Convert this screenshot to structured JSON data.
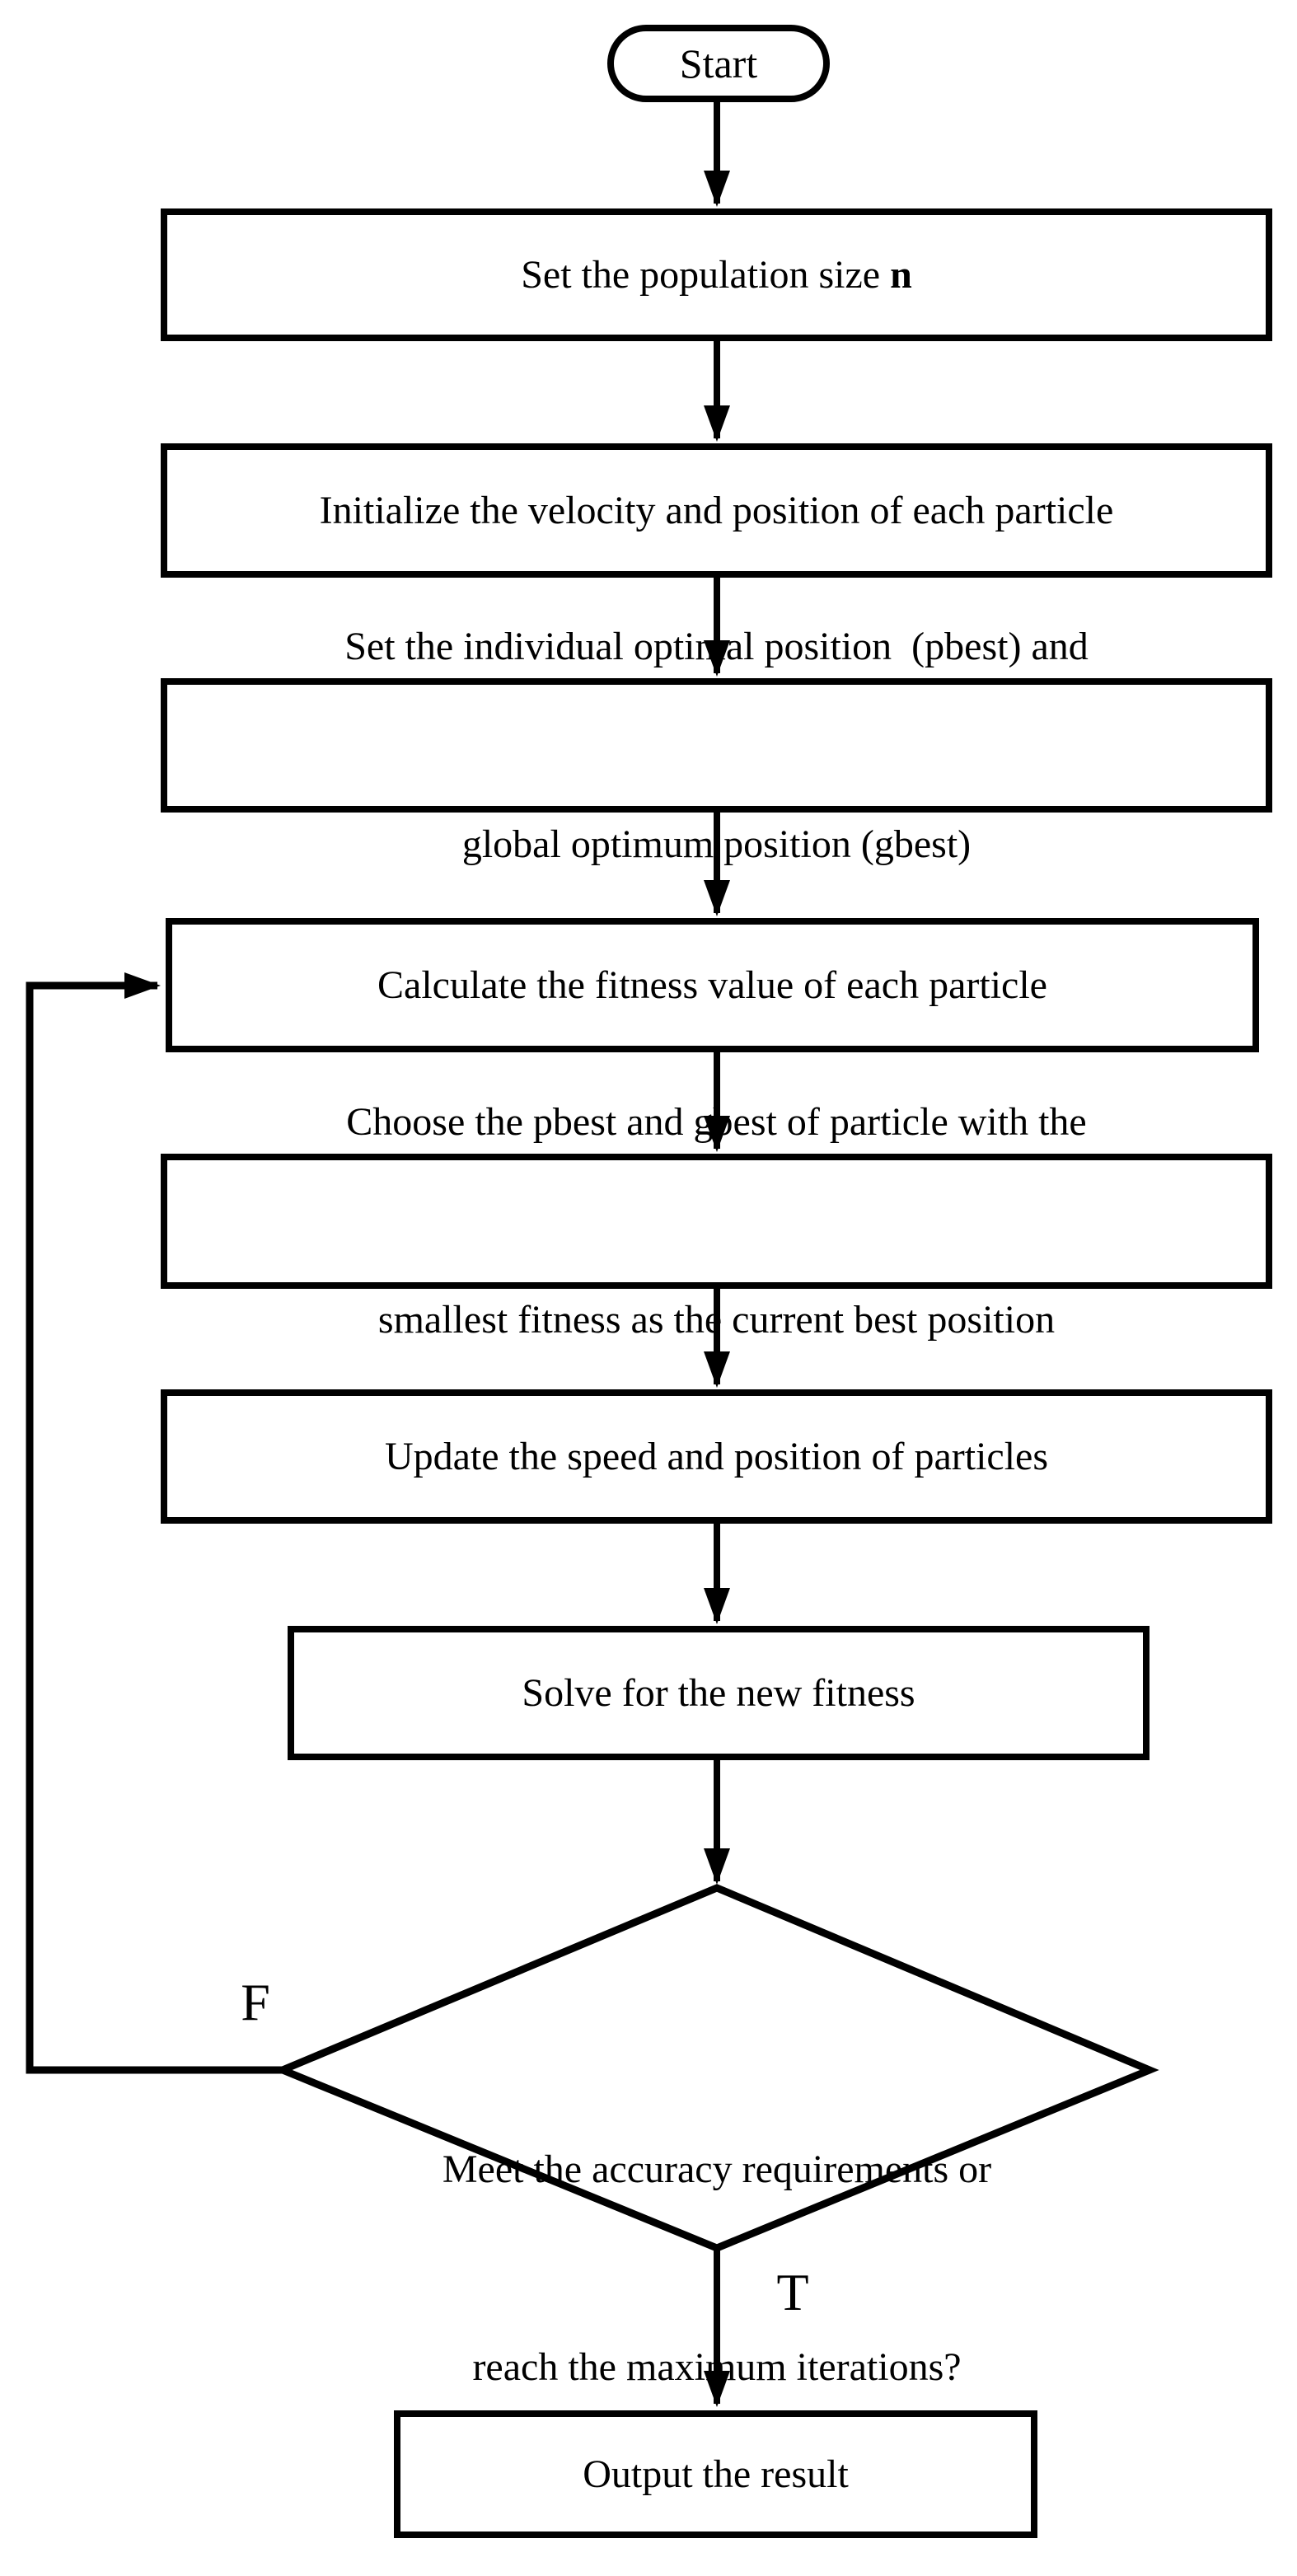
{
  "flowchart": {
    "start": {
      "label": "Start"
    },
    "set_population": {
      "text": "Set the population size ",
      "emphasis": "n"
    },
    "initialize": {
      "line1": "Initialize the velocity and position of each particle"
    },
    "set_best": {
      "line1": "Set the individual optimal position  (pbest) and",
      "line2": "global optimum position (gbest)"
    },
    "calc_fitness": {
      "line1": "Calculate the fitness value of each particle"
    },
    "choose_best": {
      "line1": "Choose the pbest and gbest of particle with the",
      "line2": "smallest fitness as the current best position"
    },
    "update_particles": {
      "line1": "Update the speed and position of particles"
    },
    "solve_fitness": {
      "line1": "Solve for the new fitness"
    },
    "decision": {
      "line1": "Meet the accuracy requirements or",
      "line2": "reach the maximum iterations?"
    },
    "output": {
      "line1": "Output the result"
    },
    "branch_false": "F",
    "branch_true": "T"
  },
  "colors": {
    "stroke": "#000000",
    "fill": "#ffffff",
    "background": "#ffffff"
  }
}
